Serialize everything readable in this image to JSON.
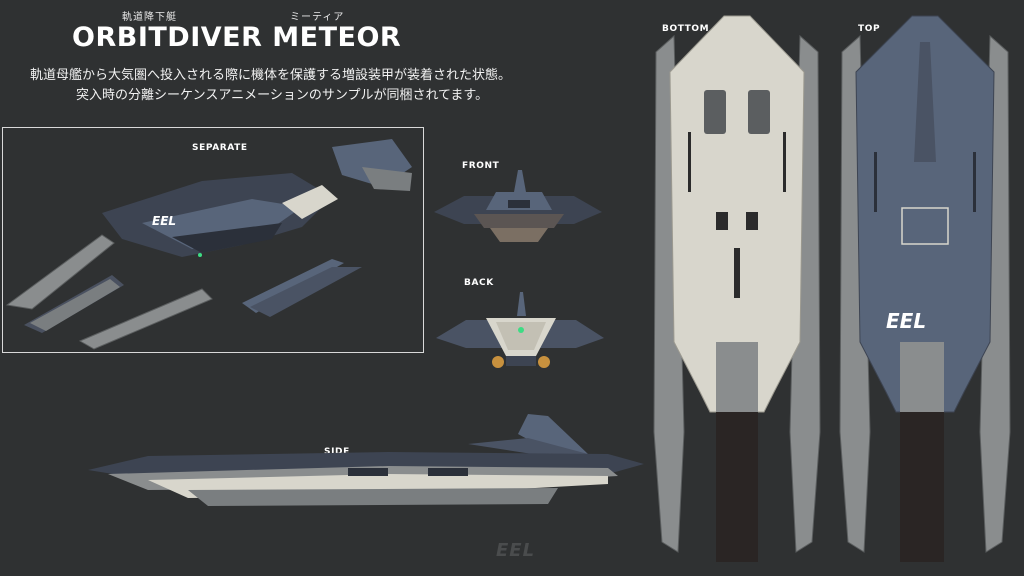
{
  "header": {
    "ruby_left": "軌道降下艇",
    "ruby_right": "ミーティア",
    "title": "ORBITDIVER METEOR",
    "description_line1": "軌道母艦から大気圏へ投入される際に機体を保護する増設装甲が装着された状態。",
    "description_line2": "突入時の分離シーケンスアニメーションのサンプルが同梱されてます。"
  },
  "views": {
    "separate": "SEPARATE",
    "front": "FRONT",
    "back": "BACK",
    "side": "SIDE",
    "bottom": "BOTTOM",
    "top": "TOP"
  },
  "logo_text": "EEL",
  "colors": {
    "background": "#2f3132",
    "armor_light": "#d8d6cc",
    "armor_gray": "#8a8d8e",
    "hull_blue": "#58657a",
    "hull_dark": "#3d4452",
    "engine_dark": "#2a2524"
  }
}
